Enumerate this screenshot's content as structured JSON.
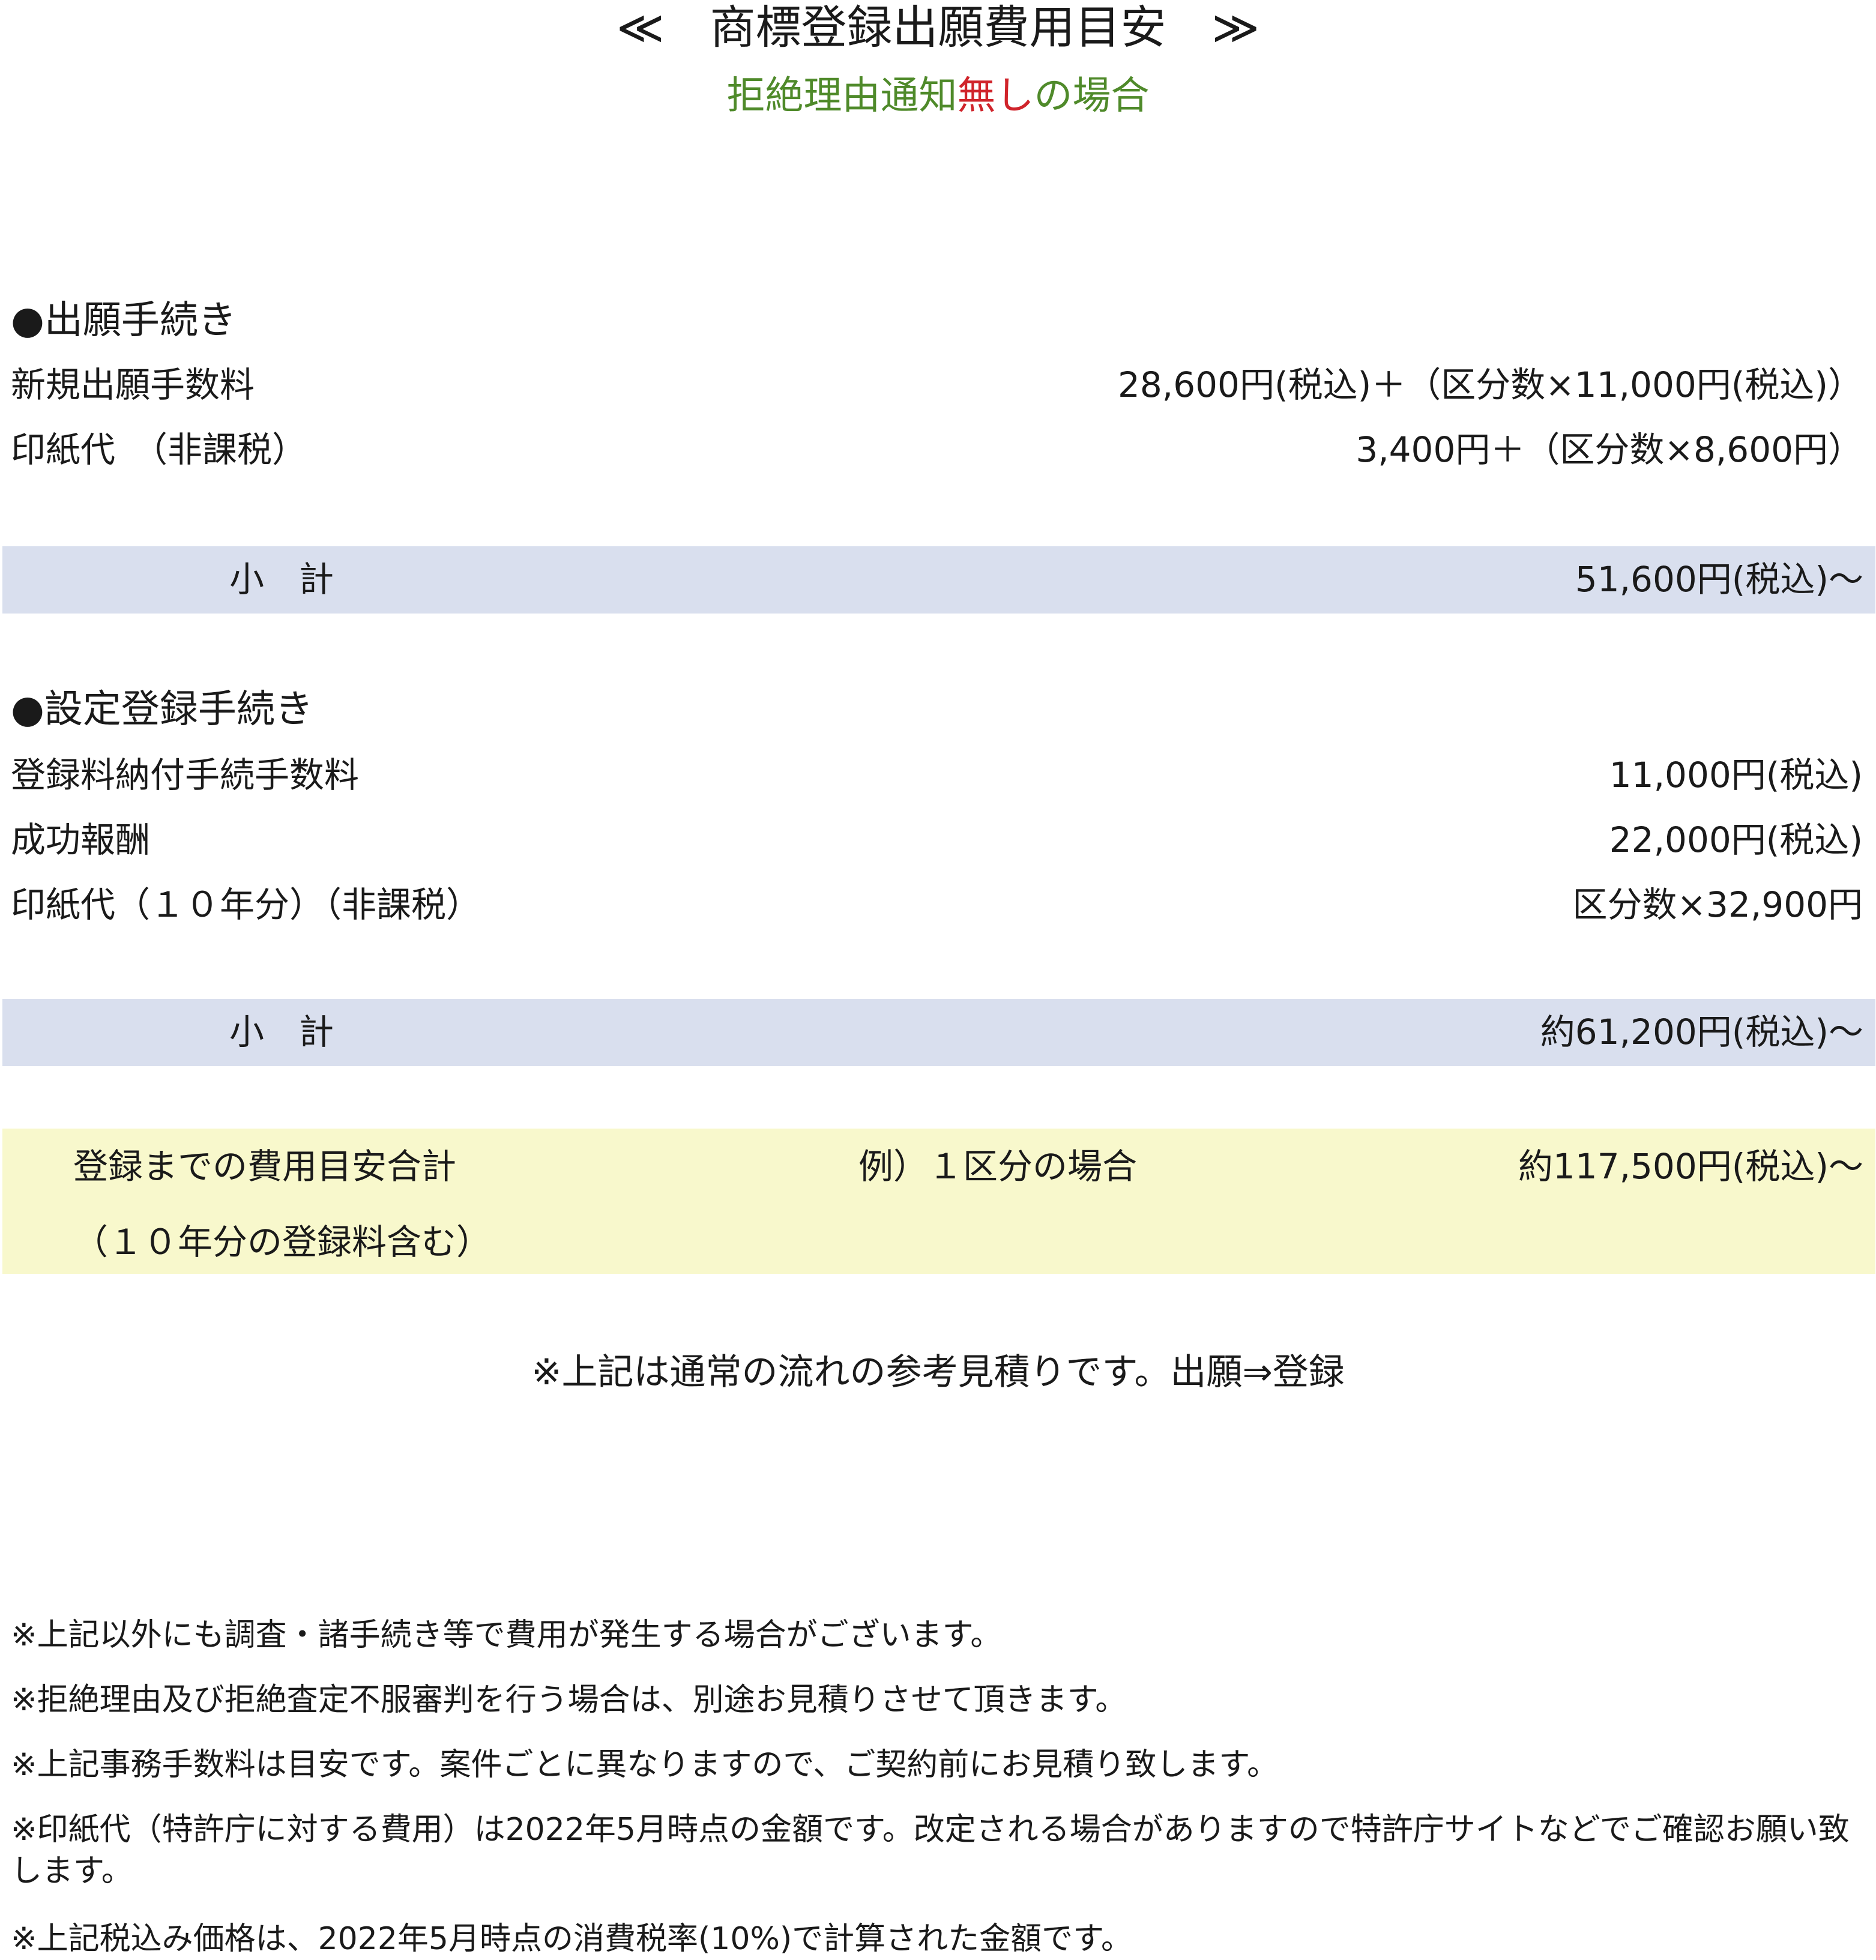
{
  "header": {
    "title": "≪　商標登録出願費用目安　≫",
    "subtitle_part1": "拒絶理由通知",
    "subtitle_highlight": "無し",
    "subtitle_part2": "の場合"
  },
  "colors": {
    "subtitle_green": "#4f8a2a",
    "subtitle_red": "#d0242b",
    "subtotal_band": "#d9dfee",
    "total_band": "#f8f8cc"
  },
  "application": {
    "heading": "●出願手続き",
    "rows": [
      {
        "label": "新規出願手数料",
        "value": "28,600円(税込)＋（区分数×11,000円(税込)）"
      },
      {
        "label": "印紙代　（非課税）",
        "value": "3,400円＋（区分数×8,600円）"
      }
    ],
    "subtotal_label": "小　計",
    "subtotal_value": "51,600円(税込)～"
  },
  "registration": {
    "heading": "●設定登録手続き",
    "rows": [
      {
        "label": "登録料納付手続手数料",
        "value": "11,000円(税込)"
      },
      {
        "label": "成功報酬",
        "value": "22,000円(税込)"
      },
      {
        "label": "印紙代（１０年分）（非課税）",
        "value": "区分数×32,900円"
      }
    ],
    "subtotal_label": "小　計",
    "subtotal_value": "約61,200円(税込)～"
  },
  "total": {
    "label_line1": "登録までの費用目安合計",
    "label_line2": "（１０年分の登録料含む）",
    "example": "例）１区分の場合",
    "value": "約117,500円(税込)～"
  },
  "flow_note": "※上記は通常の流れの参考見積りです。出願⇒登録",
  "footnotes": [
    "※上記以外にも調査・諸手続き等で費用が発生する場合がございます。",
    "※拒絶理由及び拒絶査定不服審判を行う場合は、別途お見積りさせて頂きます。",
    "※上記事務手数料は目安です。案件ごとに異なりますので、ご契約前にお見積り致します。",
    "※印紙代（特許庁に対する費用）は2022年5月時点の金額です。改定される場合がありますので特許庁サイトなどでご確認お願い致します。",
    "※上記税込み価格は、2022年5月時点の消費税率(10%)で計算された金額です。"
  ]
}
